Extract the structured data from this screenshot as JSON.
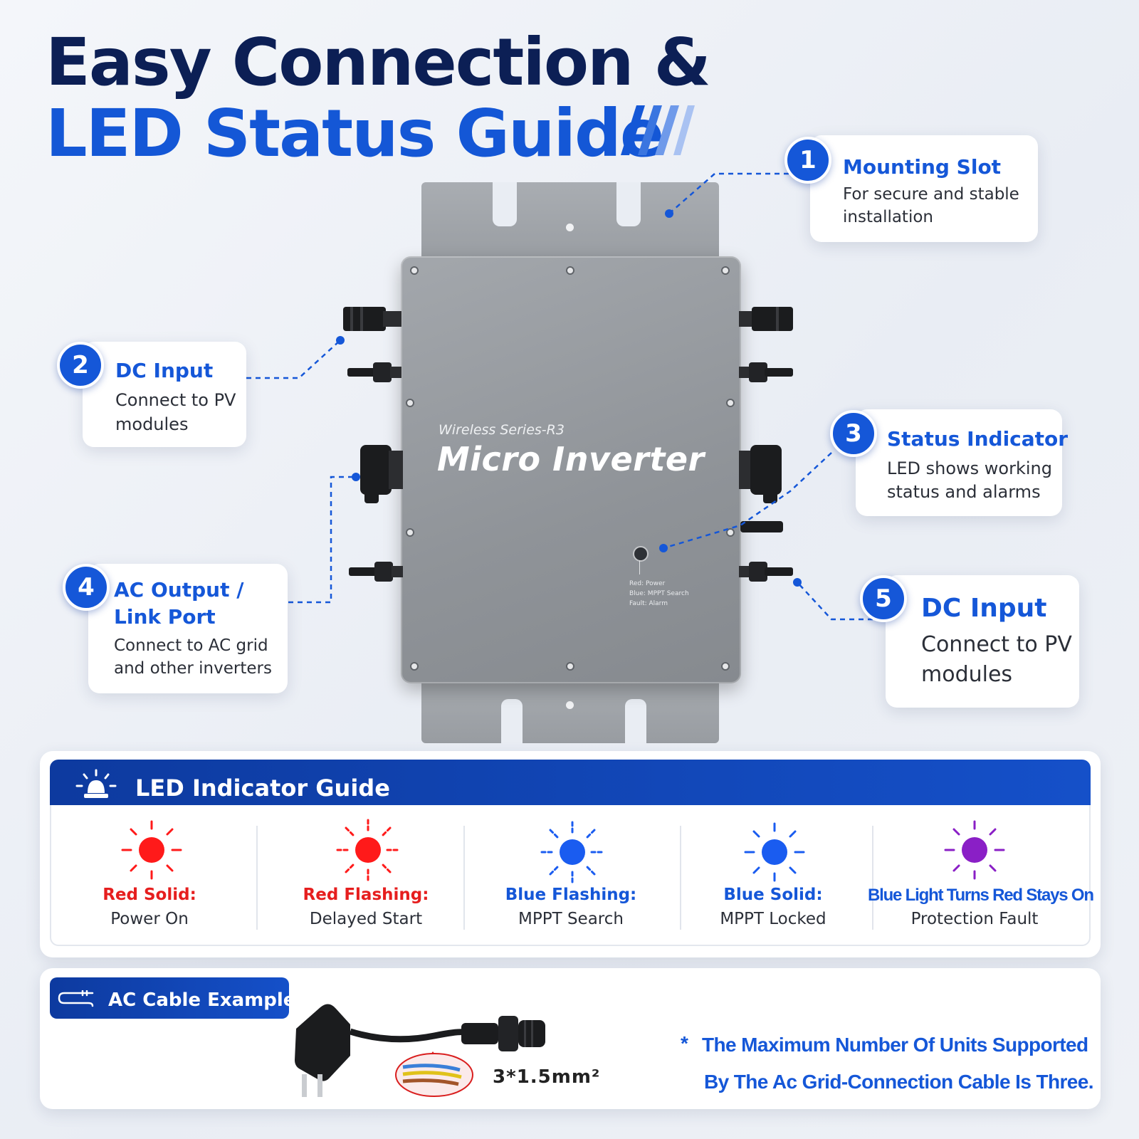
{
  "title": {
    "line1": "Easy Connection &",
    "line2": "LED Status Guide"
  },
  "callouts": [
    {
      "number": "1",
      "heading": "Mounting Slot",
      "body1": "For secure and stable",
      "body2": "installation"
    },
    {
      "number": "2",
      "heading": "DC Input",
      "body1": "Connect to PV",
      "body2": "modules"
    },
    {
      "number": "3",
      "heading": "Status Indicator",
      "body1": "LED shows working",
      "body2": "status and alarms"
    },
    {
      "number": "4",
      "heading1": "AC Output /",
      "heading2": "Link Port",
      "body1": "Connect to AC grid",
      "body2": "and other inverters"
    },
    {
      "number": "5",
      "heading": "DC Input",
      "body1": "Connect to PV",
      "body2": "modules"
    }
  ],
  "device": {
    "series": "Wireless Series-R3",
    "name": "Micro Inverter",
    "led_legend": [
      "Red: Power",
      "Blue: MPPT Search",
      "Fault: Alarm"
    ]
  },
  "led_guide": {
    "title": "LED Indicator Guide",
    "icon": "alarm-light-icon",
    "items": [
      {
        "label": "Red Solid:",
        "desc": "Power On",
        "color": "#ff1a1a",
        "label_color": "#e61e1e"
      },
      {
        "label": "Red Flashing:",
        "desc": "Delayed Start",
        "color": "#ff1a1a",
        "label_color": "#e61e1e"
      },
      {
        "label": "Blue Flashing:",
        "desc": "MPPT Search",
        "color": "#1a5cf0",
        "label_color": "#1557d8"
      },
      {
        "label": "Blue Solid:",
        "desc": "MPPT Locked",
        "color": "#1a5cf0",
        "label_color": "#1557d8"
      },
      {
        "label": "Blue Light Turns Red  Stays On",
        "desc": "Protection Fault",
        "color": "#8a1fc6",
        "label_color": "#1557d8"
      }
    ]
  },
  "cable": {
    "title": "AC Cable Example",
    "icon": "cable-icon",
    "spec": "3*1.5mm²",
    "note_star": "*",
    "note_line1": "The Maximum Number Of Units Supported",
    "note_line2": "By The Ac Grid-Connection Cable Is Three."
  },
  "colors": {
    "accent": "#1557d8",
    "navy": "#0c1f55",
    "bar": "#0d3a9f"
  }
}
